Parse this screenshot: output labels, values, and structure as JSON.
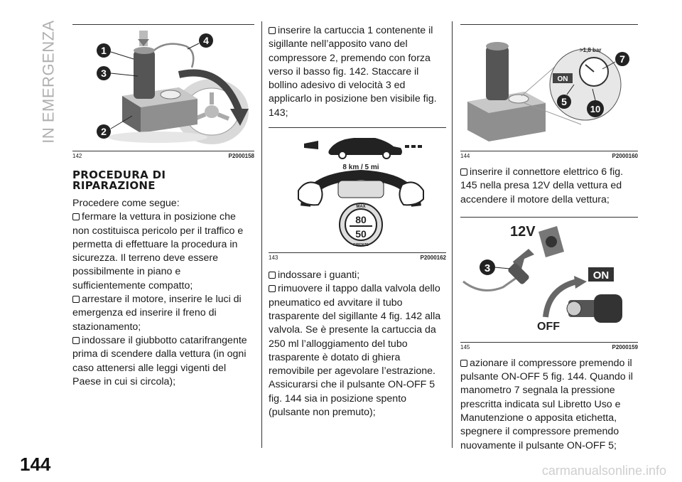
{
  "sidebar": {
    "section_title": "IN EMERGENZA"
  },
  "page": {
    "number": "144",
    "watermark": "carmanualsonline.info"
  },
  "figures": {
    "fig142": {
      "number": "142",
      "code": "P2000158",
      "callouts": [
        "1",
        "3",
        "2",
        "4"
      ]
    },
    "fig143": {
      "number": "143",
      "code": "P2000162",
      "speed_label": "8 km / 5 mi",
      "badge_top": "MAX",
      "badge_fast": "80",
      "badge_slow": "50",
      "badge_bottom": "FIRENZE"
    },
    "fig144": {
      "number": "144",
      "code": "P2000160",
      "pressure_label": ">1,8 bar",
      "on_label": "ON",
      "callouts": [
        "7",
        "5",
        "10"
      ]
    },
    "fig145": {
      "number": "145",
      "code": "P2000159",
      "voltage_label": "12V",
      "on_label": "ON",
      "off_label": "OFF",
      "callouts": [
        "3"
      ]
    }
  },
  "col1": {
    "heading": "PROCEDURA DI RIPARAZIONE",
    "intro": "Procedere come segue:",
    "items": [
      "fermare la vettura in posizione che non costituisca pericolo per il traffico e permetta di effettuare la procedura in sicurezza. Il terreno deve essere possibilmente in piano e sufficientemente compatto;",
      "arrestare il motore, inserire le luci di emergenza ed inserire il freno di stazionamento;",
      "indossare il giubbotto catarifrangente prima di scendere dalla vettura (in ogni caso attenersi alle leggi vigenti del Paese in cui si circola);"
    ]
  },
  "col2": {
    "items_top": [
      "inserire la cartuccia 1 contenente il sigillante nell’apposito vano del compressore 2, premendo con forza verso il basso fig. 142. Staccare il bollino adesivo di velocità 3 ed applicarlo in posizione ben visibile fig. 143;"
    ],
    "items_bottom": [
      "indossare i guanti;",
      "rimuovere il tappo dalla valvola dello pneumatico ed avvitare il tubo trasparente del sigillante 4 fig. 142 alla valvola. Se è presente la cartuccia da 250 ml l’alloggiamento del tubo trasparente è dotato di ghiera removibile per agevolare l’estrazione. Assicurarsi che il pulsante ON-OFF 5 fig. 144 sia in posizione spento (pulsante non premuto);"
    ]
  },
  "col3": {
    "items_mid": [
      "inserire il connettore elettrico 6 fig. 145 nella presa 12V della vettura ed accendere il motore della vettura;"
    ],
    "items_bottom": [
      "azionare il compressore premendo il pulsante ON-OFF 5 fig. 144. Quando il manometro 7 segnala la pressione prescritta indicata sul Libretto Uso e Manutenzione o apposita etichetta, spegnere il compressore premendo nuovamente il pulsante ON-OFF 5;"
    ]
  }
}
